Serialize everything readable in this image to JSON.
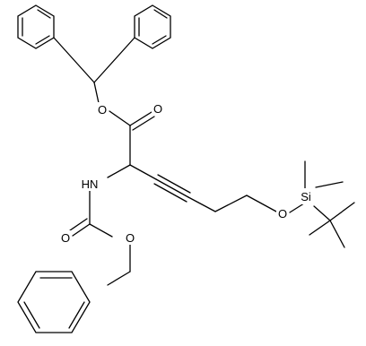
{
  "diagram": {
    "type": "chemical-structure",
    "colors": {
      "bond": "#000000",
      "label": "#000000",
      "background": "#ffffff"
    },
    "atom_labels": {
      "ester_carbonyl_o": "O",
      "ester_link_o": "O",
      "amine_nh": "HN",
      "carbamate_carbonyl_o": "O",
      "carbamate_link_o": "O",
      "silyl_ether_o": "O",
      "silicon": "Si"
    }
  }
}
